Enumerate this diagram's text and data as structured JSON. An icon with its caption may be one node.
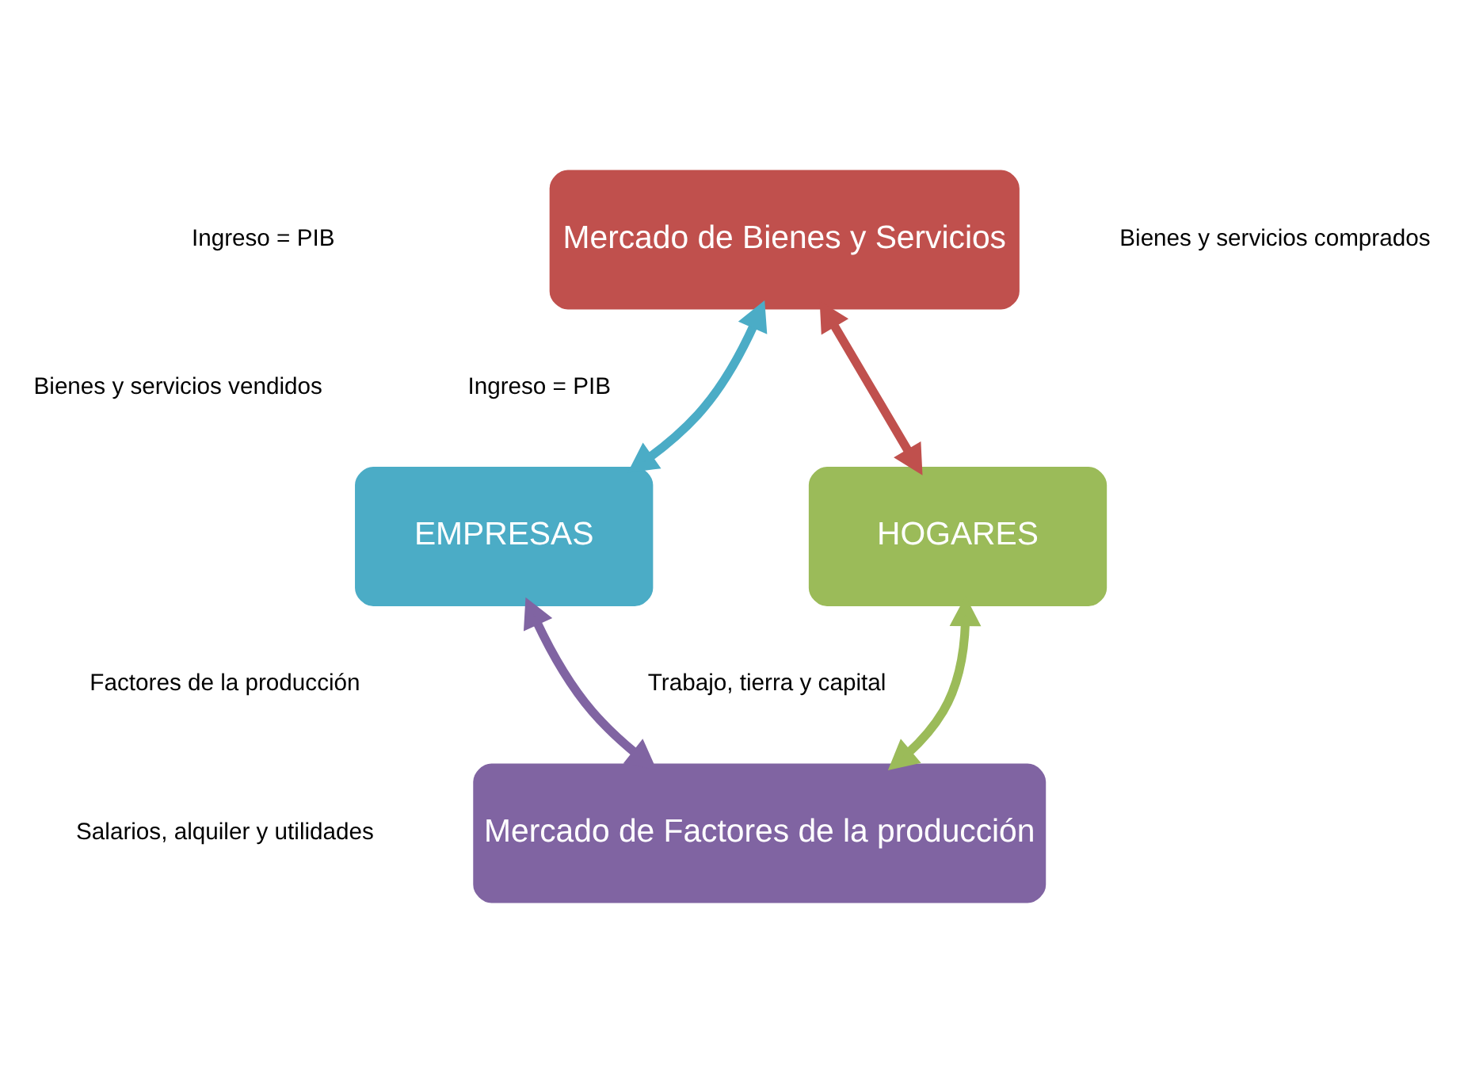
{
  "diagram": {
    "nodes": [
      {
        "text": [
          "Mercado de Bienes y Servicios"
        ]
      },
      {
        "text": [
          "EMPRESAS"
        ]
      },
      {
        "text": [
          "HOGARES"
        ]
      },
      {
        "text": [
          "Mercado de Factores de la producción"
        ]
      }
    ],
    "edges": [
      {
        "from": 0,
        "to": 1,
        "arrow": "both",
        "color": "#4bacc6"
      },
      {
        "from": 0,
        "to": 2,
        "arrow": "both",
        "color": "#c0504d"
      },
      {
        "from": 1,
        "to": 3,
        "arrow": "both",
        "color": "#8064a2"
      },
      {
        "from": 2,
        "to": 3,
        "arrow": "both",
        "color": "#9bbb59"
      }
    ],
    "labels": [
      "Ingreso = PIB",
      "Bienes y servicios comprados",
      "Bienes y servicios vendidos",
      "Ingreso = PIB",
      "Factores de la producción",
      "Trabajo, tierra y capital",
      "Salarios, alquiler y utilidades"
    ]
  }
}
